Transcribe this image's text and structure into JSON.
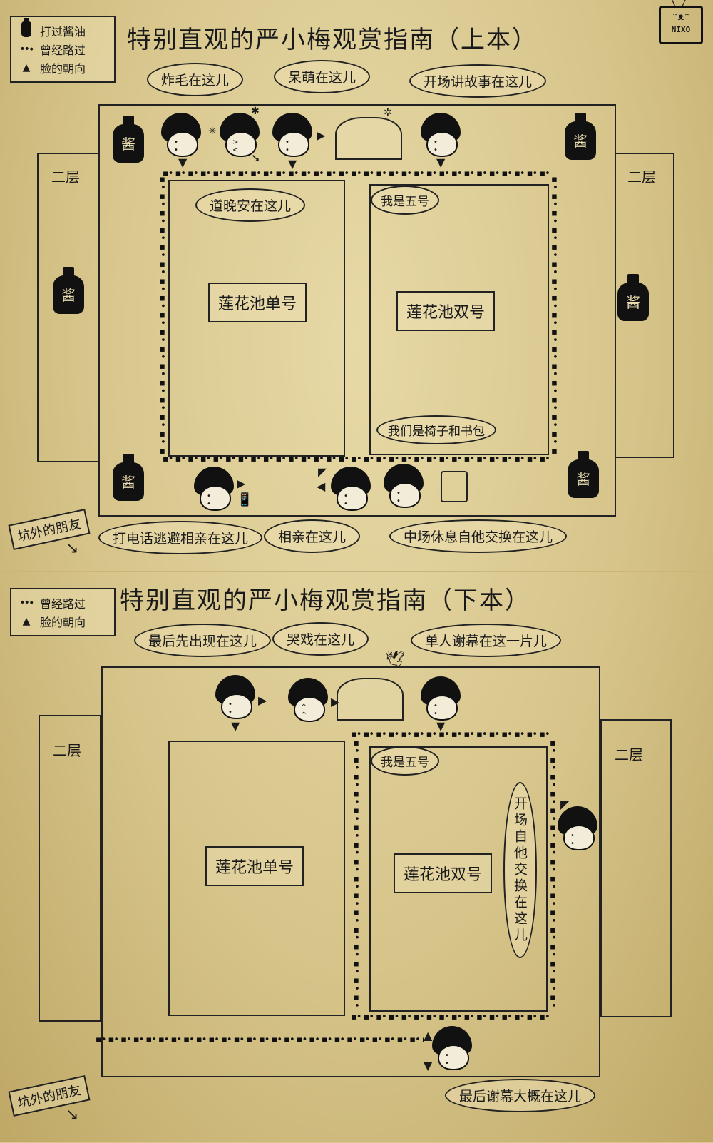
{
  "top": {
    "title": "特别直观的严小梅观赏指南（上本）",
    "legend": {
      "bottle_label": "打过酱油",
      "steps_label": "曾经路过",
      "face_label": "脸的朝向"
    },
    "logo_text": "ᵔᴥᵔ",
    "bottle_char": "酱",
    "wing_left": "二层",
    "wing_right": "二层",
    "pool_single": "莲花池单号",
    "pool_double": "莲花池双号",
    "bubbles": {
      "zhamao": "炸毛在这儿",
      "daimeng": "呆萌在这儿",
      "story": "开场讲故事在这儿",
      "goodnight": "道晚安在这儿",
      "five": "我是五号",
      "chair": "我们是椅子和书包",
      "phone": "打电话逃避相亲在这儿",
      "blinddate": "相亲在这儿",
      "intermission": "中场休息自他交换在这儿"
    },
    "outside": "坑外的朋友"
  },
  "bottom": {
    "title": "特别直观的严小梅观赏指南（下本）",
    "legend": {
      "steps_label": "曾经路过",
      "face_label": "脸的朝向"
    },
    "wing_left": "二层",
    "wing_right": "二层",
    "pool_single": "莲花池单号",
    "pool_double": "莲花池双号",
    "bubbles": {
      "lastfirst": "最后先出现在这儿",
      "cry": "哭戏在这儿",
      "solo": "单人谢幕在这一片儿",
      "five": "我是五号",
      "opening": "开场自他交换在这儿",
      "curtain": "最后谢幕大概在这儿"
    },
    "outside": "坑外的朋友"
  }
}
